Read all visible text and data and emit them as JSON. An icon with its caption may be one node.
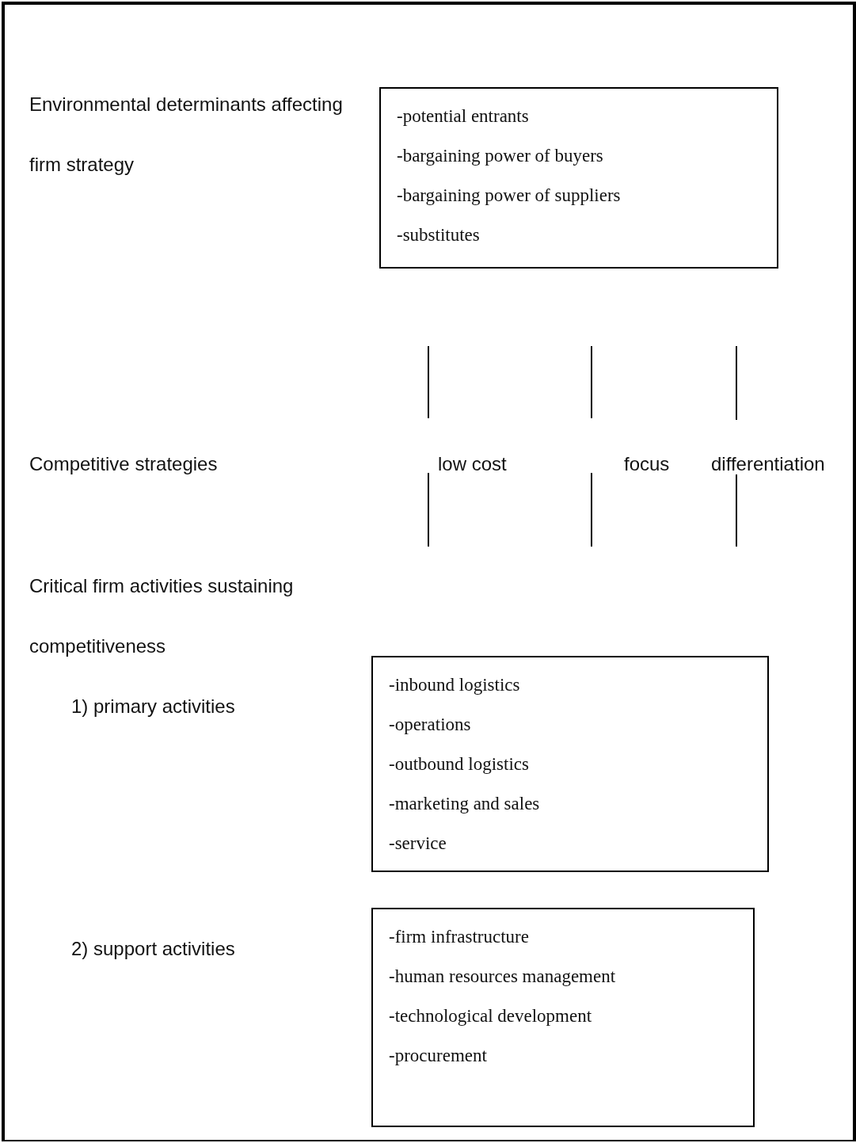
{
  "diagram": {
    "nodes": [
      {
        "text": [
          "-potential entrants",
          "-bargaining power of buyers",
          "-bargaining power of suppliers",
          "-substitutes"
        ]
      },
      {
        "text": [
          "-inbound logistics",
          "-operations",
          "-outbound logistics",
          "-marketing and sales",
          "-service"
        ]
      },
      {
        "text": [
          "-firm infrastructure",
          "-human resources management",
          "-technological development",
          "-procurement"
        ]
      }
    ],
    "edges": [],
    "labels": [
      "Environmental determinants affecting firm strategy",
      "Competitive strategies",
      "low cost",
      "focus",
      "differentiation",
      "Critical firm activities sustaining competitiveness",
      "1) primary activities",
      "2) support activities"
    ]
  }
}
